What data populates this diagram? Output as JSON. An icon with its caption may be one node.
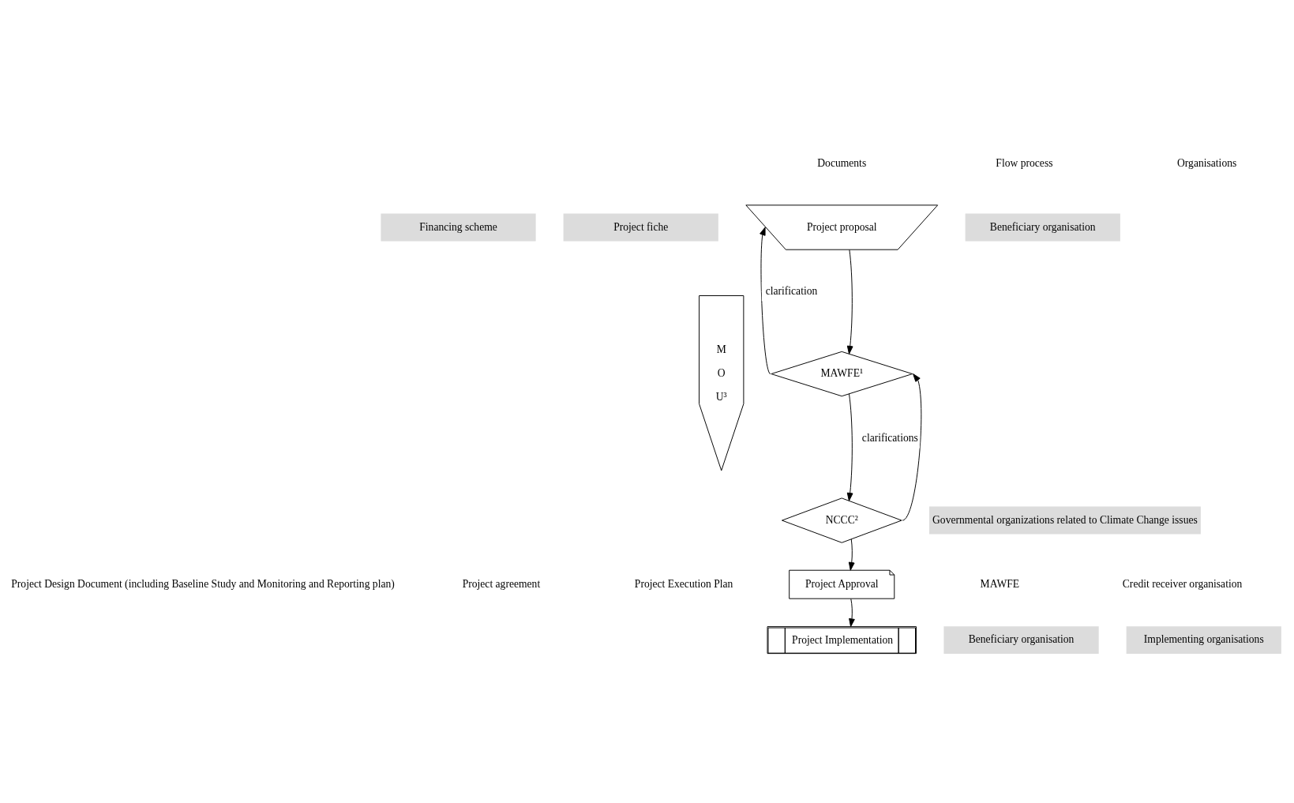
{
  "diagram": {
    "nodes": [
      {
        "text": [
          "Project proposal"
        ]
      },
      {
        "text": [
          "MAWFE¹"
        ]
      },
      {
        "text": [
          "NCCC²"
        ]
      },
      {
        "text": [
          "Project Approval"
        ]
      },
      {
        "text": [
          "Project Implementation"
        ]
      },
      {
        "text": [
          "M O U³"
        ]
      }
    ],
    "edges": [
      {
        "from": 0,
        "to": 1,
        "arrow": "to"
      },
      {
        "from": 1,
        "to": 0,
        "arrow": "to",
        "label": "clarification"
      },
      {
        "from": 1,
        "to": 2,
        "arrow": "to"
      },
      {
        "from": 2,
        "to": 1,
        "arrow": "to",
        "label": "clarifications"
      },
      {
        "from": 2,
        "to": 3,
        "arrow": "to"
      },
      {
        "from": 3,
        "to": 4,
        "arrow": "to"
      }
    ],
    "labels": [
      "Documents",
      "Flow process",
      "Organisations",
      "Financing scheme",
      "Project fiche",
      "Beneficiary organisation",
      "Governmental organizations related to Climate Change issues",
      "Project Design Document (including Baseline Study and Monitoring and Reporting plan)",
      "Project agreement",
      "Project Execution Plan",
      "MAWFE",
      "Credit receiver organisation",
      "Beneficiary organisation",
      "Implementing organisations"
    ]
  }
}
